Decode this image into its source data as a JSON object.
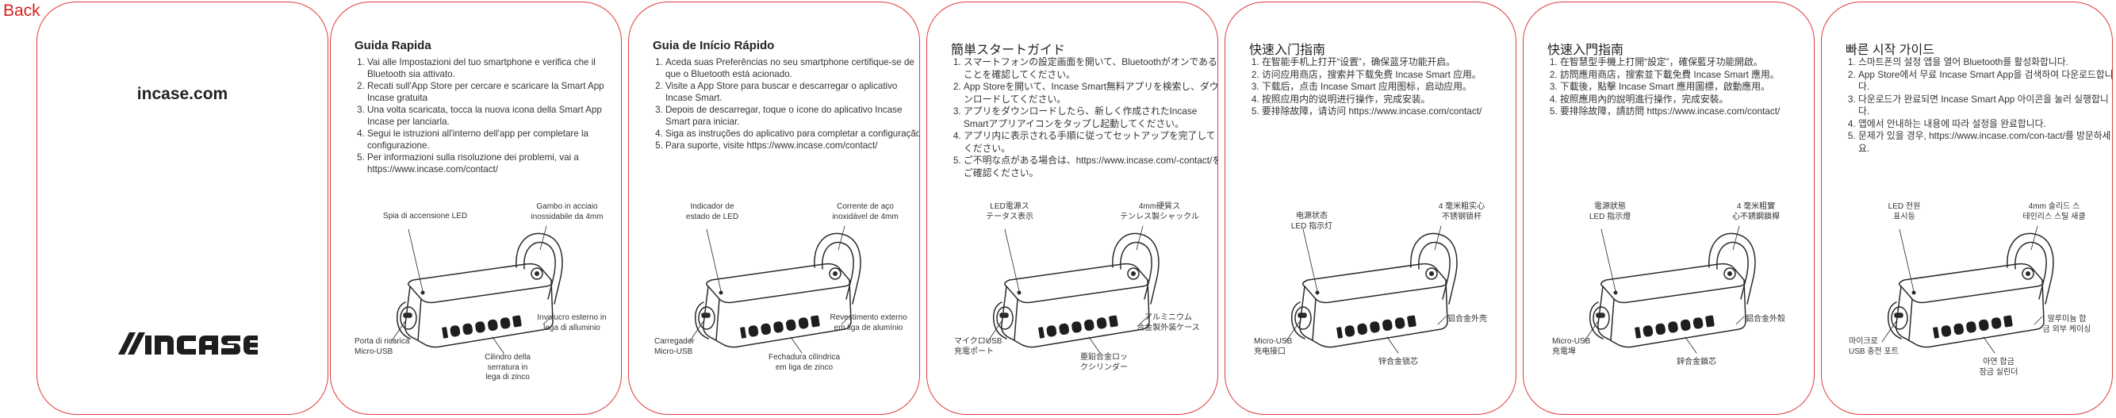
{
  "back_label": "Back",
  "cover": {
    "url": "incase.com",
    "logo_text": "incase"
  },
  "panels": [
    {
      "lang": "it",
      "title": "Guida Rapida",
      "steps": [
        "Vai alle Impostazioni del tuo smartphone e verifica che il Bluetooth sia attivato.",
        "Recati sull'App Store per cercare e scaricare la Smart App Incase gratuita",
        "Una volta scaricata, tocca la nuova icona della Smart App Incase per lanciarla.",
        "Segui le istruzioni all'interno dell'app per completare la configurazione.",
        "Per informazioni sulla risoluzione dei problemi, vai a https://www.incase.com/contact/"
      ],
      "labels": {
        "led": "Spia di accensione LED",
        "shackle": "Gambo in acciaio\ninossidabile da 4mm",
        "port": "Porta di ricarica\nMicro-USB",
        "cylinder": "Cilindro della\nserratura in\nlega di zinco",
        "casing": "Involucro esterno in\nlega di alluminio"
      }
    },
    {
      "lang": "pt",
      "title": "Guia de Início Rápido",
      "steps": [
        "Aceda suas Preferências no seu smartphone certifique-se de que o Bluetooth está acionado.",
        "Visite a App Store para buscar e descarregar o aplicativo Incase Smart.",
        "Depois de descarregar, toque o ícone do aplicativo Incase Smart para iniciar.",
        "Siga as instruções do aplicativo para completar a configuração.",
        "Para suporte, visite https://www.incase.com/contact/"
      ],
      "labels": {
        "led": "Indicador de\nestado de LED",
        "shackle": "Corrente de aço\ninoxidável de 4mm",
        "port": "Carregador\nMicro-USB",
        "cylinder": "Fechadura cilíndrica\nem liga de zinco",
        "casing": "Revestimento externo\nem liga de alumínio"
      }
    },
    {
      "lang": "ja",
      "title": "簡単スタートガイド",
      "steps": [
        "スマートフォンの設定画面を開いて、Bluetoothがオンであることを確認してください。",
        "App Storeを開いて、Incase Smart無料アプリを検索し、ダウンロードしてください。",
        "アプリをダウンロードしたら、新しく作成されたIncase Smartアプリアイコンをタップし起動してください。",
        "アプリ内に表示される手順に従ってセットアップを完了してください。",
        "ご不明な点がある場合は、https://www.incase.com/-contact/をご確認ください。"
      ],
      "labels": {
        "led": "LED電源ス\nテータス表示",
        "shackle": "4mm硬質ス\nテンレス製シャックル",
        "port": "マイクロUSB\n充電ポート",
        "cylinder": "亜鉛合金ロッ\nクシリンダー",
        "casing": "アルミニウム\n合金製外装ケース"
      }
    },
    {
      "lang": "zh-cn",
      "title": "快速入门指南",
      "steps": [
        "在智能手机上打开“设置”，确保蓝牙功能开启。",
        "访问应用商店，搜索并下载免费 Incase Smart 应用。",
        "下载后，点击 Incase Smart 应用图标，启动应用。",
        "按照应用内的说明进行操作，完成安装。",
        "要排除故障，请访问 https://www.incase.com/contact/"
      ],
      "labels": {
        "led": "电源状态\nLED 指示灯",
        "shackle": "4 毫米粗实心\n不锈钢锁杆",
        "port": "Micro-USB\n充电接口",
        "cylinder": "锌合金锁芯",
        "casing": "铝合金外壳"
      }
    },
    {
      "lang": "zh-tw",
      "title": "快速入門指南",
      "steps": [
        "在智慧型手機上打開“設定”，確保藍牙功能開啟。",
        "訪問應用商店，搜索並下載免費 Incase Smart 應用。",
        "下載後，點擊 Incase Smart 應用圖標，啟動應用。",
        "按照應用內的說明進行操作，完成安裝。",
        "要排除故障，請訪問 https://www.incase.com/contact/"
      ],
      "labels": {
        "led": "電源狀態\nLED 指示燈",
        "shackle": "4 毫米粗實\n心不銹鋼鎖桿",
        "port": "Micro-USB\n充電埠",
        "cylinder": "鋅合金鎖芯",
        "casing": "鋁合金外殼"
      }
    },
    {
      "lang": "ko",
      "title": "빠른 시작 가이드",
      "steps": [
        "스마트폰의 설정 앱을 열어 Bluetooth를 활성화합니다.",
        "App Store에서 무료 Incase Smart App을 검색하여 다운로드합니다.",
        "다운로드가 완료되면 Incase Smart App 아이콘을 눌러 실행합니다.",
        "앱에서 안내하는 내용에 따라 설정을 완료합니다.",
        "문제가 있을 경우, https://www.incase.com/con-tact/를 방문하세요."
      ],
      "labels": {
        "led": "LED 전원\n표시등",
        "shackle": "4mm 솔리드 스\n테인리스 스틸 새클",
        "port": "마이크로\nUSB 충전 포트",
        "cylinder": "아연 합금\n잠금 실린더",
        "casing": "알루미늄 합\n금 외부 케이싱"
      }
    }
  ]
}
